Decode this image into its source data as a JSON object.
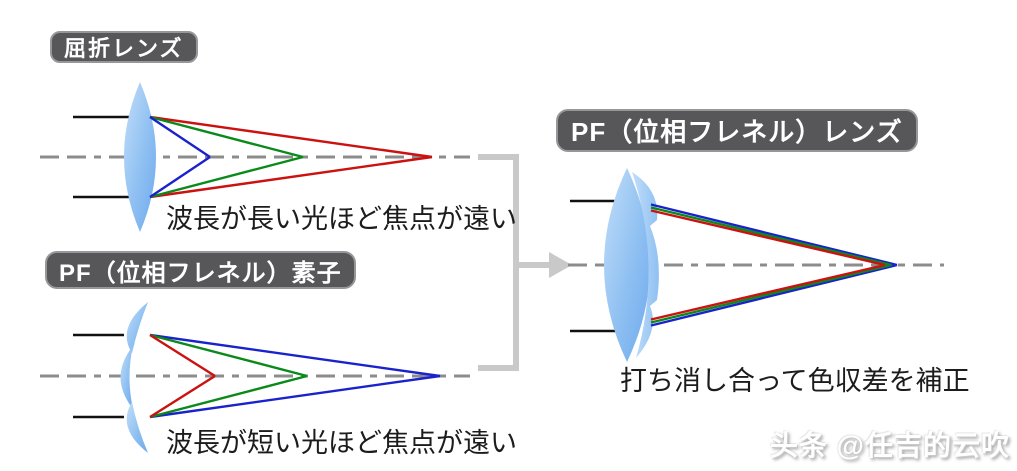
{
  "badges": {
    "refractive": "屈折レンズ",
    "pf_element": "PF（位相フレネル）素子",
    "pf_lens": "PF（位相フレネル）レンズ"
  },
  "captions": {
    "refractive": "波長が長い光ほど焦点が遠い",
    "pf_element": "波長が短い光ほど焦点が遠い",
    "pf_lens": "打ち消し合って色収差を補正"
  },
  "watermark": {
    "text": "头条 @任吉的云吹"
  },
  "colors": {
    "background": "#ffffff",
    "ray_red": "#cc1111",
    "ray_green": "#0a8a1a",
    "ray_blue": "#1a22cc",
    "beam_black": "#111111",
    "axis_gray": "#8c8c8c",
    "bracket_gray": "#c9c9c9",
    "badge_bg": "#57575a",
    "badge_border": "#97979a",
    "badge_text": "#ffffff",
    "caption_text": "#1c1c1c",
    "lens_light": "#c2def9",
    "lens_mid": "#8fc0f2",
    "lens_dark": "#6da9ec",
    "watermark_text": "#ffffff",
    "watermark_shadow": "#9a9a9a"
  }
}
